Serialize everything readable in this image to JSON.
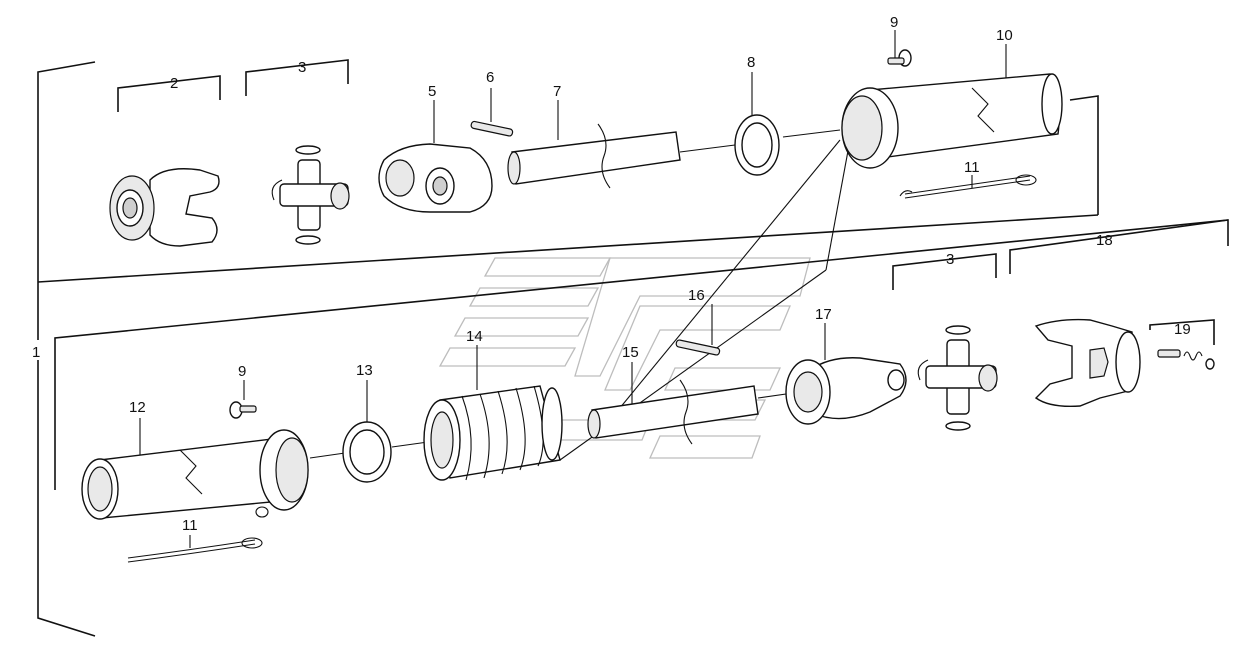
{
  "callouts": [
    {
      "id": "c1a",
      "text": "1"
    },
    {
      "id": "c2",
      "text": "2"
    },
    {
      "id": "c3a",
      "text": "3"
    },
    {
      "id": "c5",
      "text": "5"
    },
    {
      "id": "c6",
      "text": "6"
    },
    {
      "id": "c7",
      "text": "7"
    },
    {
      "id": "c8",
      "text": "8"
    },
    {
      "id": "c9a",
      "text": "9"
    },
    {
      "id": "c10",
      "text": "10"
    },
    {
      "id": "c11a",
      "text": "11"
    },
    {
      "id": "c18",
      "text": "18"
    },
    {
      "id": "c3b",
      "text": "3"
    },
    {
      "id": "c16",
      "text": "16"
    },
    {
      "id": "c17",
      "text": "17"
    },
    {
      "id": "c19",
      "text": "19"
    },
    {
      "id": "c14",
      "text": "14"
    },
    {
      "id": "c15",
      "text": "15"
    },
    {
      "id": "c12",
      "text": "12"
    },
    {
      "id": "c9b",
      "text": "9"
    },
    {
      "id": "c13",
      "text": "13"
    },
    {
      "id": "c11b",
      "text": "11"
    }
  ]
}
